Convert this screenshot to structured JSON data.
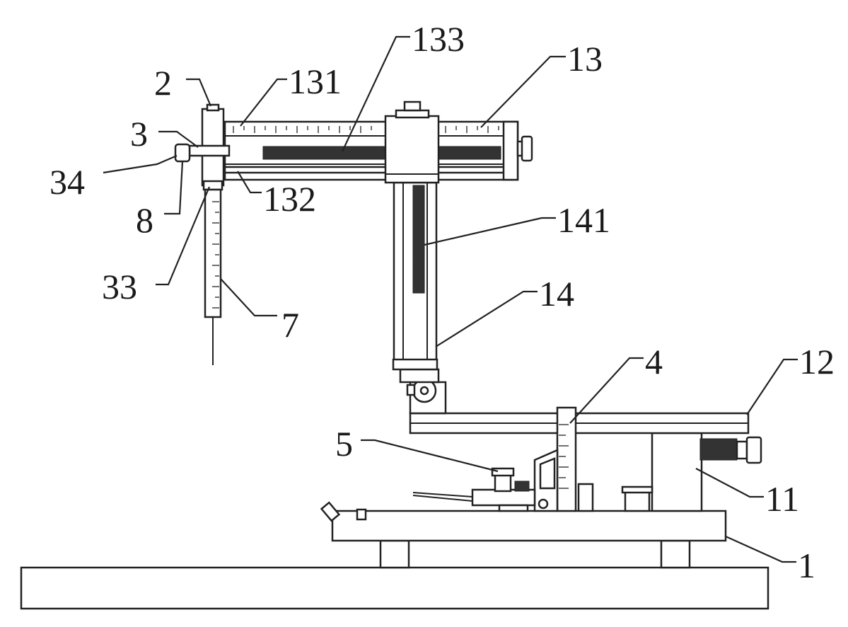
{
  "labels": {
    "l1": "1",
    "l2": "2",
    "l3": "3",
    "l4": "4",
    "l5": "5",
    "l7": "7",
    "l8": "8",
    "l11": "11",
    "l12": "12",
    "l13": "13",
    "l14": "14",
    "l33": "33",
    "l34": "34",
    "l131": "131",
    "l132": "132",
    "l133": "133",
    "l141": "141"
  },
  "colors": {
    "line": "#222222",
    "background": "#ffffff"
  }
}
